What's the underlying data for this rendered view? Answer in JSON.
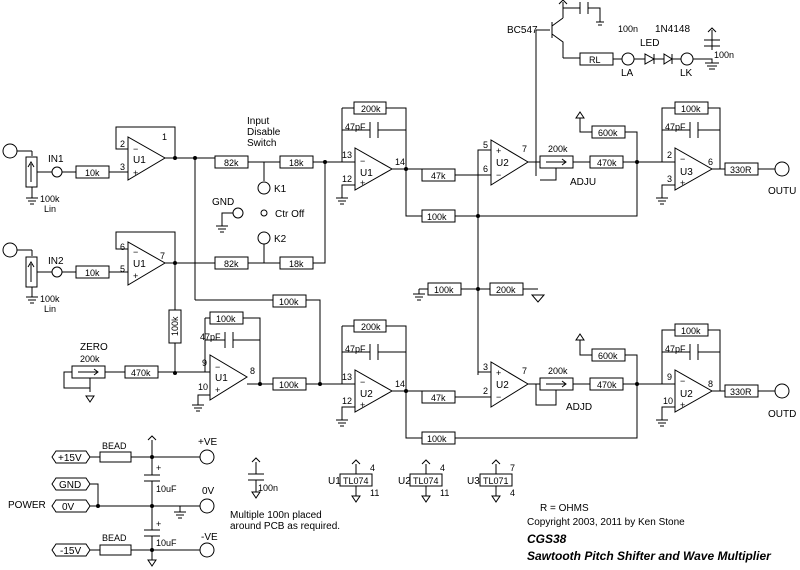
{
  "labels": {
    "in1": "IN1",
    "in2": "IN2",
    "pot_in": "100k",
    "pot_in_lin": "Lin",
    "input_disable": [
      "Input",
      "Disable",
      "Switch"
    ],
    "gnd": "GND",
    "k1": "K1",
    "k2": "K2",
    "ctr_off": "Ctr Off",
    "zero": "ZERO",
    "zero_pot": "200k",
    "bc547": "BC547",
    "n4148": "1N4148",
    "led": "LED",
    "la": "LA",
    "lk": "LK",
    "rl": "RL",
    "adju": "ADJU",
    "adjd": "ADJD",
    "outu": "OUTU",
    "outd": "OUTD",
    "power": "POWER",
    "p15": "+15V",
    "gnd_t": "GND",
    "zero_v": "0V",
    "m15": "-15V",
    "bead": "BEAD",
    "pve": "+VE",
    "nve": "-VE",
    "zv": "0V",
    "uf10": "10uF",
    "plus": "+",
    "multi": [
      "Multiple 100n placed",
      "around PCB as required."
    ],
    "r_ohms": "R = OHMS",
    "copyright": "Copyright 2003, 2011 by Ken Stone",
    "model": "CGS38",
    "subtitle": "Sawtooth Pitch Shifter and Wave Multiplier"
  },
  "resistors": {
    "r10k": "10k",
    "r82k": "82k",
    "r18k": "18k",
    "r47k": "47k",
    "r100k": "100k",
    "r200k": "200k",
    "r470k": "470k",
    "r600k": "600k",
    "r330": "330R",
    "c47p": "47pF",
    "c100n": "100n"
  },
  "opamps": {
    "u1": "U1",
    "u2": "U2",
    "u3": "U3",
    "plus": "+",
    "minus": "−"
  },
  "pins": {
    "p1": "1",
    "p2": "2",
    "p3": "3",
    "p4": "4",
    "p5": "5",
    "p6": "6",
    "p7": "7",
    "p8": "8",
    "p9": "9",
    "p10": "10",
    "p11": "11",
    "p12": "12",
    "p13": "13",
    "p14": "14"
  },
  "ics": {
    "u1_name": "U1",
    "u1_type": "TL074",
    "u1_p4": "4",
    "u1_p11": "11",
    "u2_name": "U2",
    "u2_type": "TL074",
    "u2_p4": "4",
    "u2_p11": "11",
    "u3_name": "U3",
    "u3_type": "TL071",
    "u3_p7": "7",
    "u3_p4": "4"
  }
}
